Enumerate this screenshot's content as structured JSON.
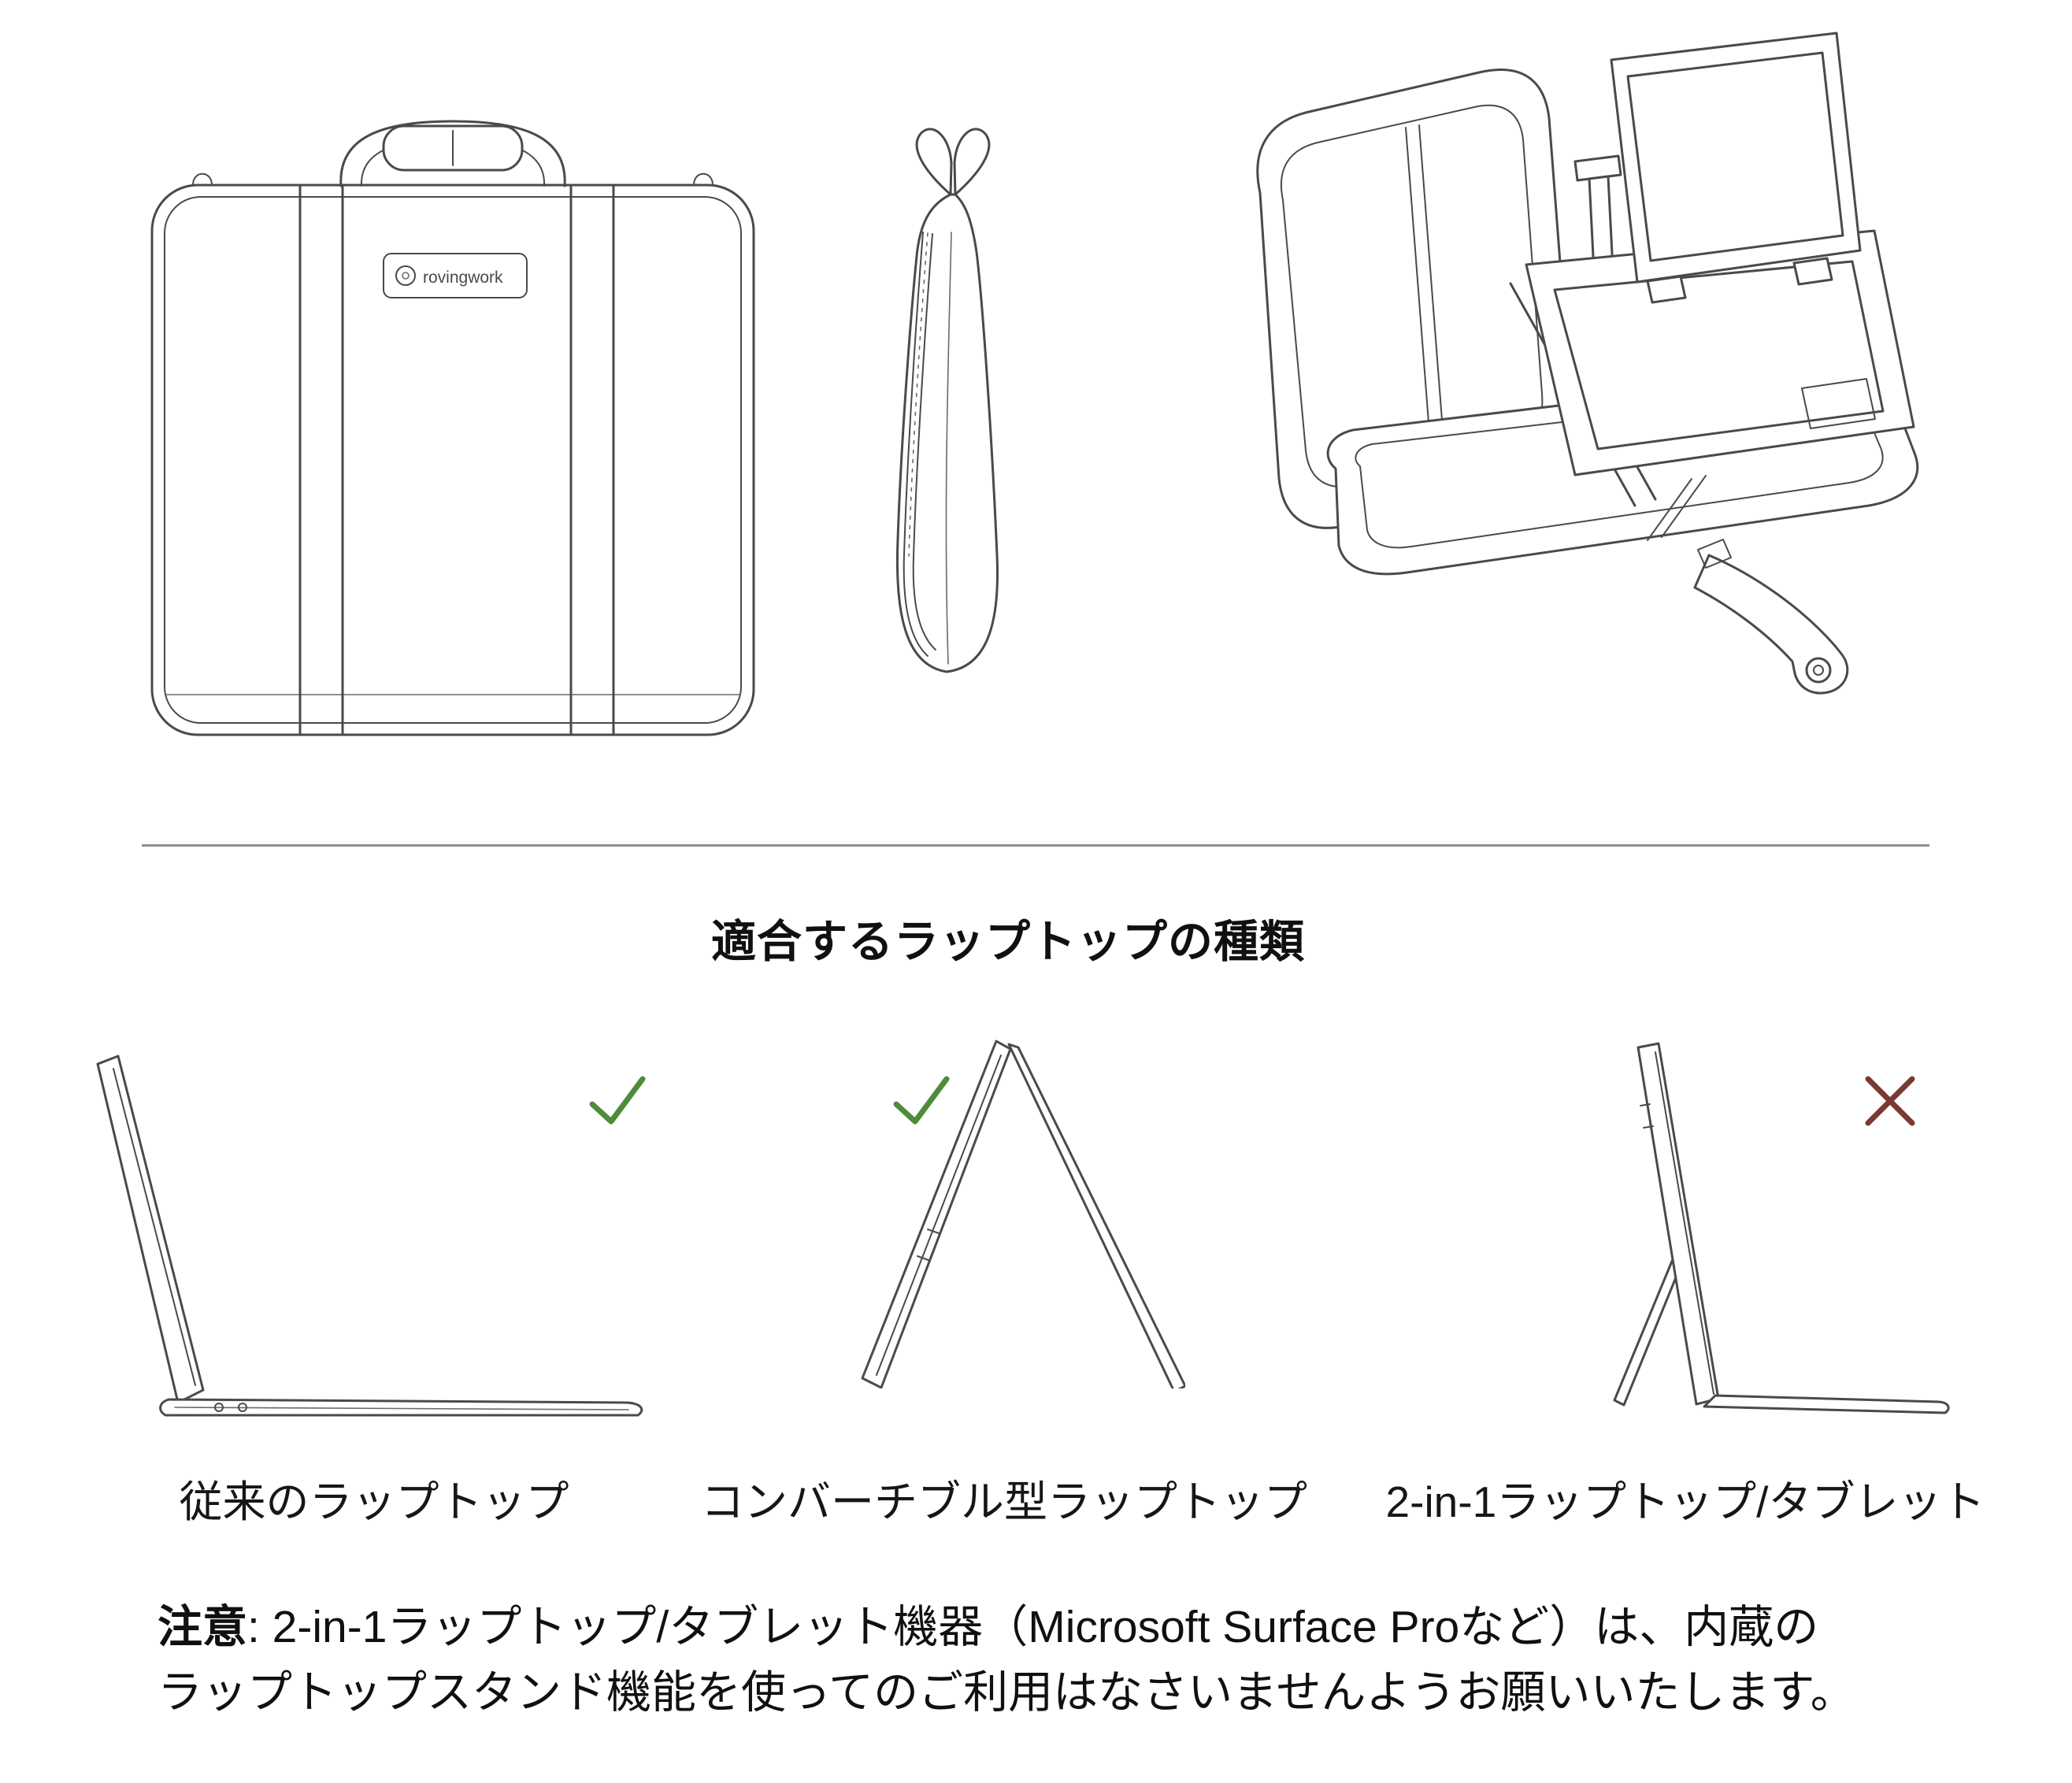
{
  "page": {
    "background": "#ffffff",
    "text_color": "#1a1a1a",
    "line_color": "#4a4a4a"
  },
  "hero": {
    "illustrations": [
      {
        "name": "laptop-bag-front-view"
      },
      {
        "name": "laptop-bag-side-view"
      },
      {
        "name": "laptop-bag-open-with-stand-and-monitor"
      }
    ],
    "logo_text": "rovingwork"
  },
  "section": {
    "heading": "適合するラップトップの種類"
  },
  "compatibility": {
    "check_color": "#4e8c3a",
    "cross_color": "#7a3a31",
    "items": [
      {
        "label": "従来のラップトップ",
        "status": "compatible",
        "icon": "check"
      },
      {
        "label": "コンバーチブル型ラップトップ",
        "status": "compatible",
        "icon": "check"
      },
      {
        "label": "2-in-1ラップトップ/タブレット",
        "status": "not-compatible",
        "icon": "cross"
      }
    ]
  },
  "note": {
    "prefix": "注意",
    "line1": ": 2-in-1ラップトップ/タブレット機器（Microsoft Surface Proなど）は、内蔵の",
    "line2": "ラップトップスタンド機能を使ってのご利用はなさいませんようお願いいたします。"
  }
}
